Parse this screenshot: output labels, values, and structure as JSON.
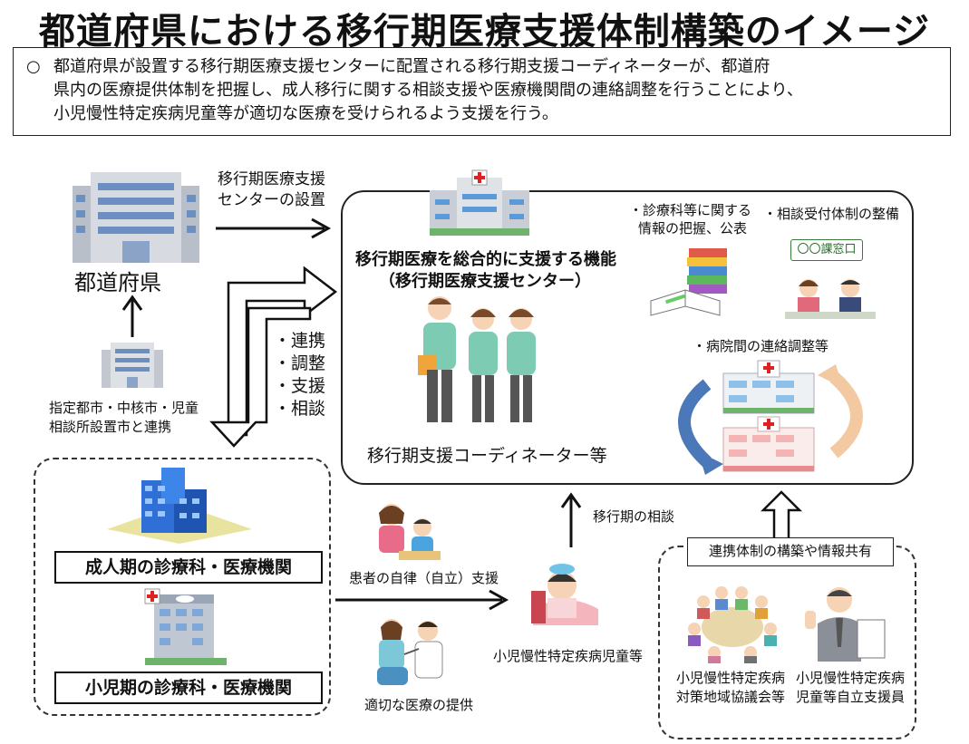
{
  "title": "都道府県における移行期医療支援体制構築のイメージ",
  "summary": {
    "bullet": "○",
    "lines": [
      "都道府県が設置する移行期医療支援センターに配置される移行期支援コーディネーターが、都道府",
      "県内の医療提供体制を把握し、成人移行に関する相談支援や医療機関間の連絡調整を行うことにより、",
      "小児慢性特定疾病児童等が適切な医療を受けられるよう支援を行う。"
    ]
  },
  "prefecture": {
    "label": "都道府県",
    "setup_line1": "移行期医療支援",
    "setup_line2": "センターの設置",
    "partner_line1": "指定都市・中核市・児童",
    "partner_line2": "相談所設置市と連携"
  },
  "coop": {
    "items": [
      "・連携",
      "・調整",
      "・支援",
      "・相談"
    ]
  },
  "center": {
    "function_line1": "移行期医療を総合的に支援する機能",
    "function_line2": "（移行期医療支援センター）",
    "coordinator": "移行期支援コーディネーター等",
    "info_line1": "・診療科等に関する",
    "info_line2": "情報の把握、公表",
    "consult_desk": "・相談受付体制の整備",
    "desk_sign": "〇〇課窓口",
    "hospital_coord": "・病院間の連絡調整等"
  },
  "institutions": {
    "adult": "成人期の診療科・医療機関",
    "child": "小児期の診療科・医療機関"
  },
  "patient": {
    "autonomy": "患者の自律（自立）支援",
    "care": "適切な医療の提供",
    "label": "小児慢性特定疾病児童等",
    "transition_consult": "移行期の相談"
  },
  "network": {
    "header": "連携体制の構築や情報共有",
    "council_line1": "小児慢性特定疾病",
    "council_line2": "対策地域協議会等",
    "support_line1": "小児慢性特定疾病",
    "support_line2": "児童等自立支援員"
  },
  "colors": {
    "building_gray": "#c9ced6",
    "building_blue": "#2f6fd6",
    "scrub_green": "#7ecbb4",
    "cycle_blue": "#4a78b8",
    "cycle_peach": "#f2c9a0"
  }
}
